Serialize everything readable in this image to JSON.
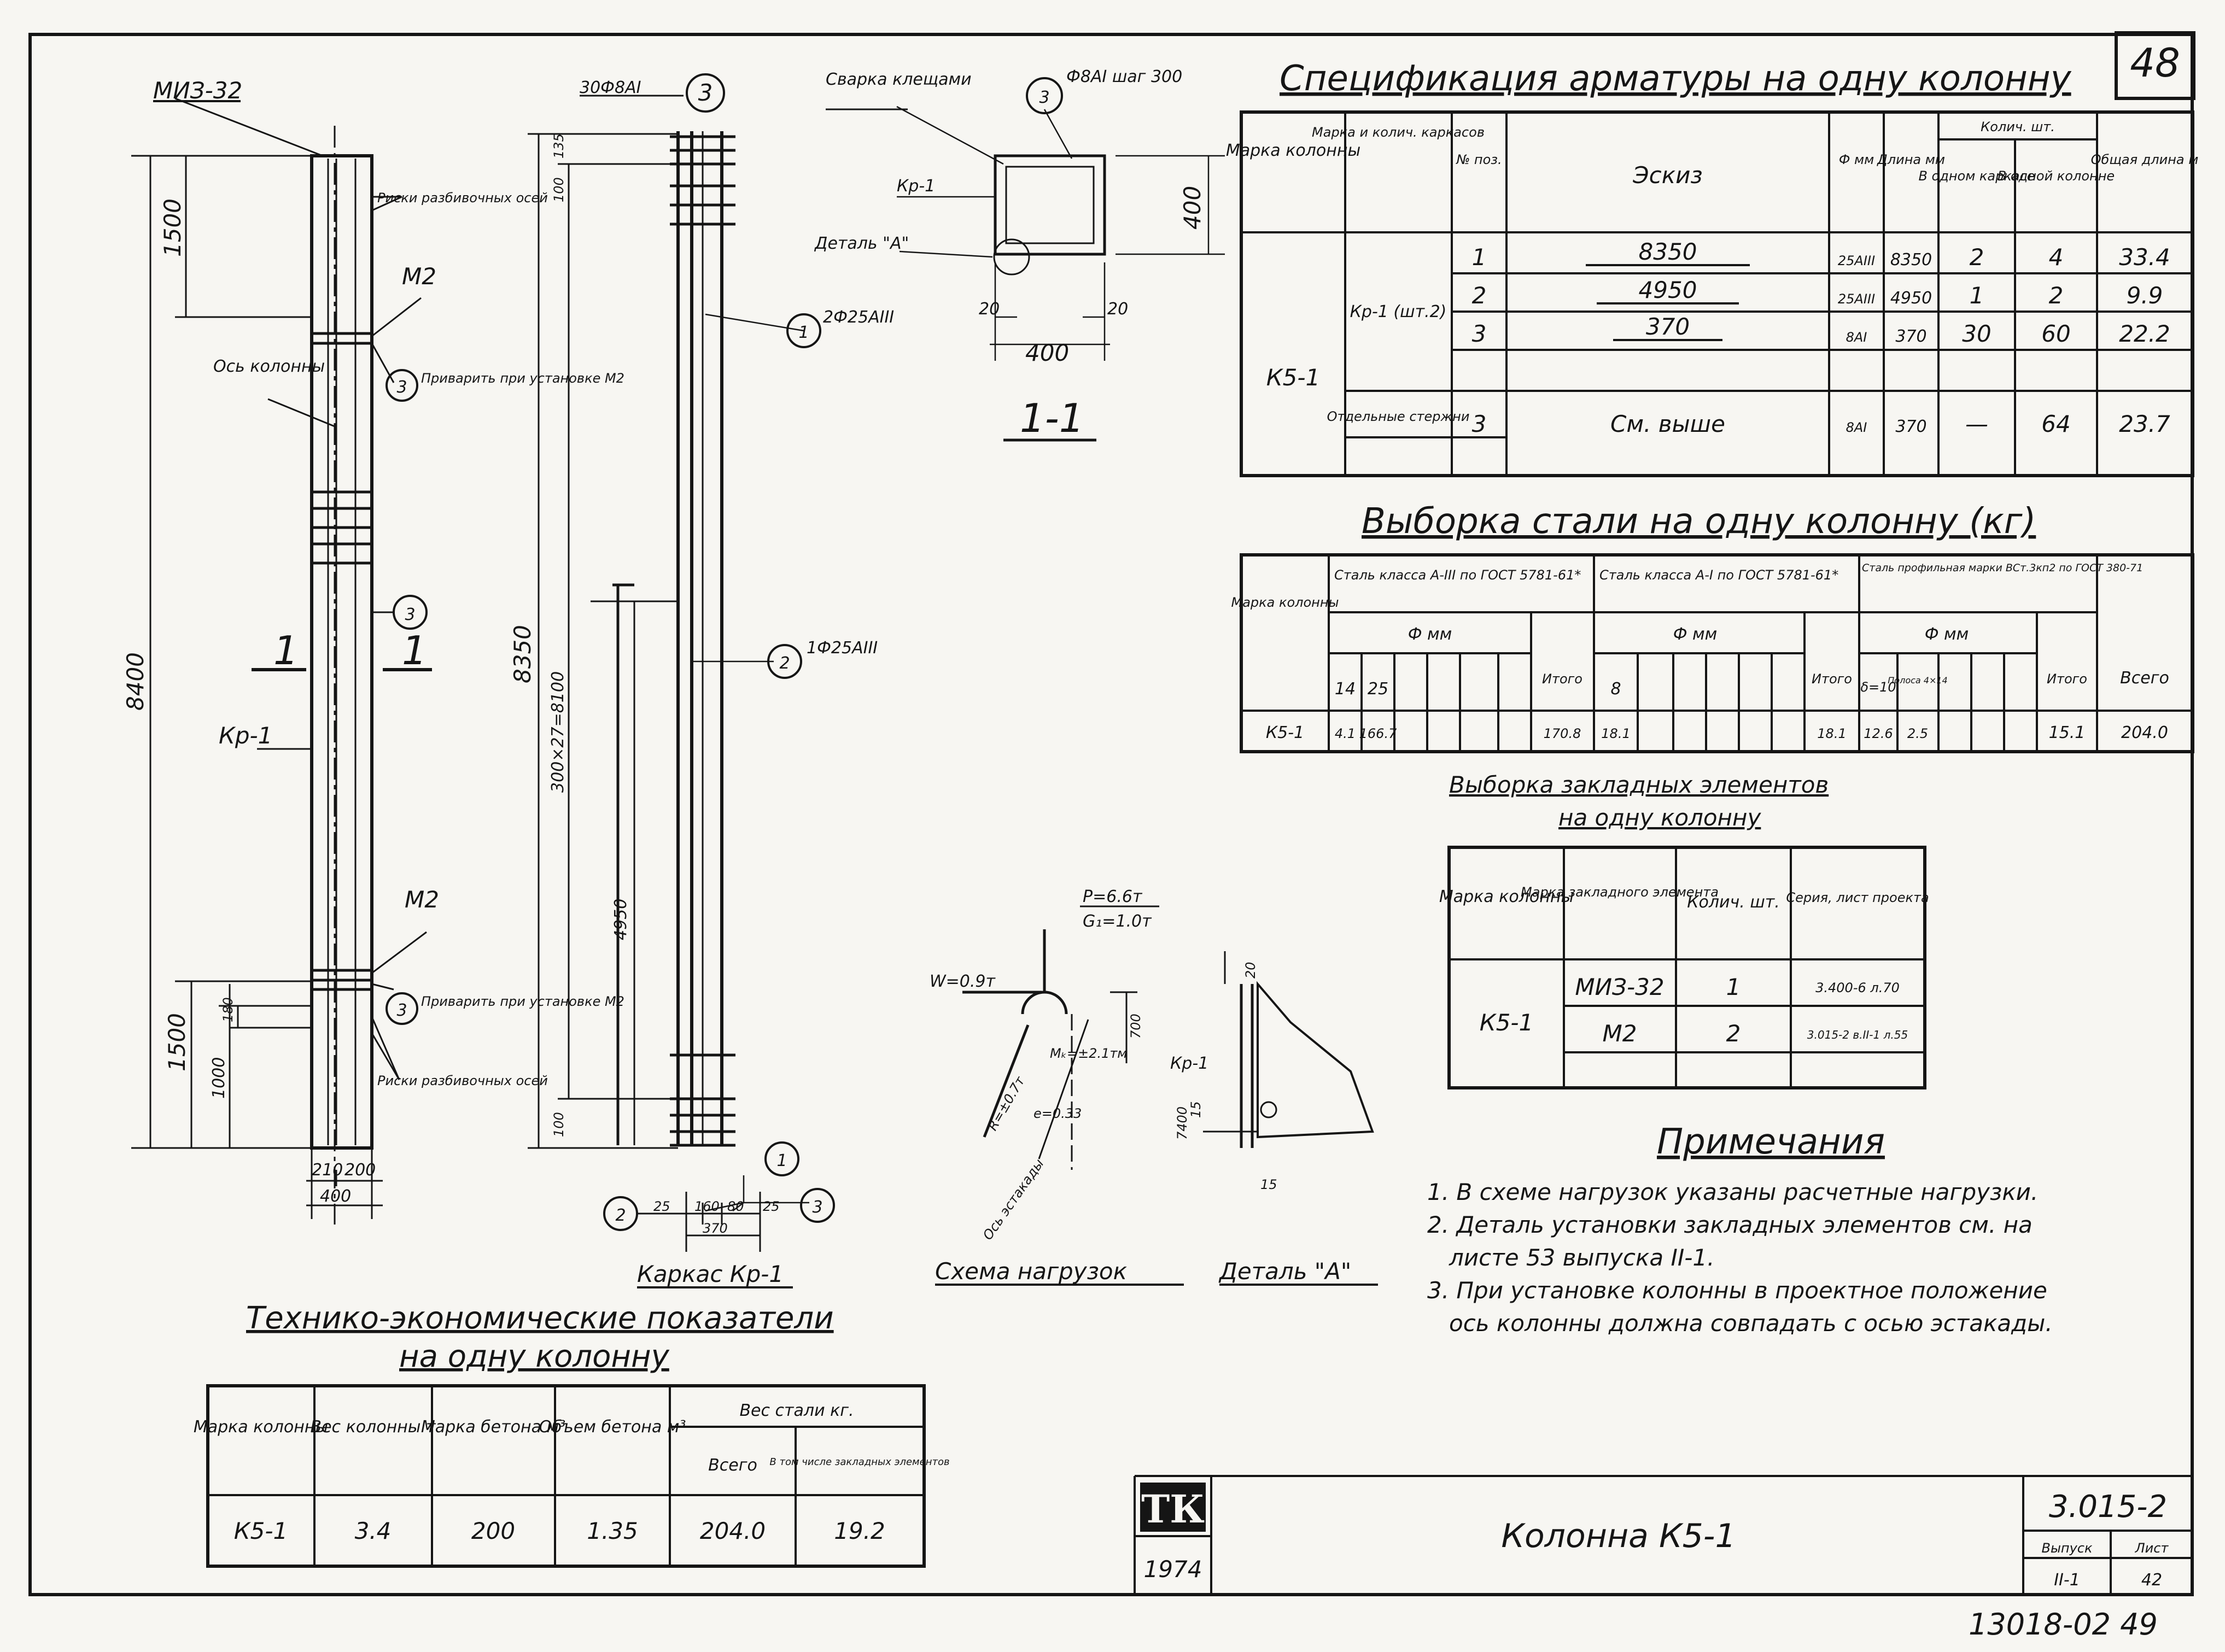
{
  "sheet_number": "48",
  "spec": {
    "title": "Спецификация арматуры на одну колонну",
    "headers": {
      "col_mark": "Марка колонны",
      "frame_mark": "Марка и колич. каркасов",
      "pos": "№ поз.",
      "sketch": "Эскиз",
      "dia": "Ф мм",
      "length": "Длина мм",
      "qty": "Колич. шт.",
      "qty_frame": "В одном каркасе",
      "qty_col": "В одной колонне",
      "total": "Общая длина м"
    },
    "col_mark": "К5-1",
    "frame": "Кр-1 (шт.2)",
    "rows": [
      {
        "pos": "1",
        "sketch": "8350",
        "dia": "25AIII",
        "len": "8350",
        "qf": "2",
        "qc": "4",
        "total": "33.4"
      },
      {
        "pos": "2",
        "sketch": "4950",
        "dia": "25AIII",
        "len": "4950",
        "qf": "1",
        "qc": "2",
        "total": "9.9"
      },
      {
        "pos": "3",
        "sketch": "370",
        "dia": "8AI",
        "len": "370",
        "qf": "30",
        "qc": "60",
        "total": "22.2"
      }
    ],
    "separate": {
      "label": "Отдельные стержни",
      "pos": "3",
      "sketch": "См. выше",
      "dia": "8AI",
      "len": "370",
      "qf": "—",
      "qc": "64",
      "total": "23.7"
    }
  },
  "steel": {
    "title": "Выборка стали на одну колонну (кг)",
    "h_mark": "Марка колонны",
    "h_a3": "Сталь класса А-III по ГОСТ 5781-61*",
    "h_a1": "Сталь класса А-I по ГОСТ 5781-61*",
    "h_prof": "Сталь профильная марки ВСт.3кп2 по ГОСТ 380-71",
    "h_phi": "Ф мм",
    "h_total": "Итого",
    "h_all": "Всего",
    "d14": "14",
    "d25": "25",
    "d8": "8",
    "s10": "δ=10",
    "strip": "Полоса 4×14",
    "row": {
      "mark": "К5-1",
      "v14": "4.1",
      "v25": "166.7",
      "t1": "170.8",
      "v8": "18.1",
      "t2": "18.1",
      "vs": "12.6",
      "vp": "2.5",
      "t3": "15.1",
      "all": "204.0"
    }
  },
  "embed": {
    "title1": "Выборка закладных элементов",
    "title2": "на одну колонну",
    "h_col": "Марка колонны",
    "h_el": "Марка закладного элемента",
    "h_qty": "Колич. шт.",
    "h_ser": "Серия, лист проекта",
    "col": "К5-1",
    "rows": [
      {
        "el": "МИЗ-32",
        "qty": "1",
        "ser": "3.400-6 л.70"
      },
      {
        "el": "М2",
        "qty": "2",
        "ser": "3.015-2 в.II-1 л.55"
      }
    ]
  },
  "notes": {
    "title": "Примечания",
    "items": [
      "1. В схеме нагрузок указаны расчетные нагрузки.",
      "2. Деталь установки закладных элементов см. на",
      "листе 53 выпуска II-1.",
      "3. При установке колонны в проектное положение",
      "ось колонны должна совпадать с осью эстакады."
    ]
  },
  "tep": {
    "title1": "Технико-экономические показатели",
    "title2": "на одну колонну",
    "h_mark": "Марка колонны",
    "h_weight": "Вес колонны т",
    "h_concrete": "Марка бетона м³",
    "h_volume": "Объем бетона м³",
    "h_steel": "Вес стали кг.",
    "h_all": "Всего",
    "h_incl": "В том числе закладных элементов",
    "row": {
      "mark": "К5-1",
      "weight": "3.4",
      "concrete": "200",
      "volume": "1.35",
      "all": "204.0",
      "incl": "19.2"
    }
  },
  "stamp": {
    "logo": "ТК",
    "year": "1974",
    "name": "Колонна К5-1",
    "series": "3.015-2",
    "h_issue": "Выпуск",
    "h_sheet": "Лист",
    "issue": "II-1",
    "sheet": "42"
  },
  "bottom_code": "13018-02 49",
  "drawing": {
    "miz": "МИЗ-32",
    "marks_axes1": "Риски разбивочных осей",
    "m2a": "М2",
    "m2b": "М2",
    "axis": "Ось колонны",
    "weld1": "Приварить при установке М2",
    "weld2": "Приварить при установке М2",
    "kr1": "Кр-1",
    "sec1": "1",
    "sec1b": "1",
    "d8400": "8400",
    "d1500a": "1500",
    "d1500b": "1500",
    "d1000": "1000",
    "d180": "180",
    "d210": "210",
    "d200": "200",
    "d400": "400",
    "cage_top": "30Ф8AI",
    "bar1": "2Ф25AIII",
    "bar2": "1Ф25AIII",
    "d8350": "8350",
    "d300x27": "300×27=8100",
    "d4950": "4950",
    "d100a": "100",
    "d100b": "100",
    "d135": "135",
    "d370": "370",
    "d25a": "25",
    "d25b": "25",
    "d160": "160",
    "d80": "80",
    "cage_title": "Каркас Кр-1",
    "weld_clamps": "Сварка клещами",
    "stirrup": "Ф8AI шаг 300",
    "kr1b": "Кр-1",
    "detA": "Деталь \"А\"",
    "sec_400h": "400",
    "sec_400w": "400",
    "sec_20a": "20",
    "sec_20b": "20",
    "sec_title": "1-1",
    "load_p": "P=6.6т",
    "load_g": "G₁=1.0т",
    "load_w": "W=0.9т",
    "load_r": "R=±0.7т",
    "load_m": "Mₖ=±2.1тм",
    "load_e": "e=0.33",
    "load_axis": "Ось эстакады",
    "load_700": "700",
    "load_title": "Схема нагрузок",
    "det_20": "20",
    "det_kr": "Кр-1",
    "det_15a": "15",
    "det_15b": "15",
    "det_7400": "7400",
    "det_title": "Деталь \"А\""
  }
}
